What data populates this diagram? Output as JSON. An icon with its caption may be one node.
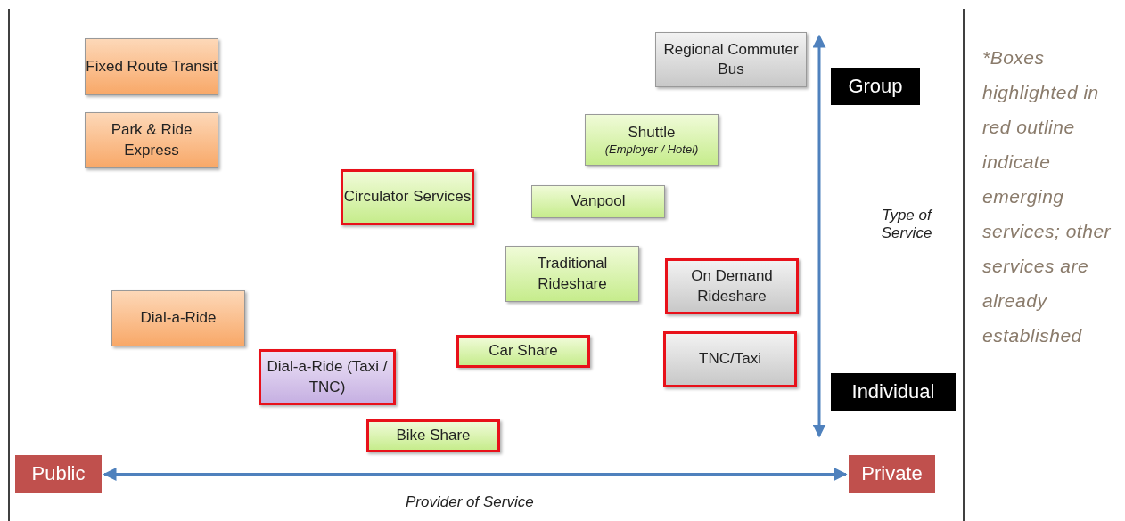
{
  "diagram": {
    "nodes": [
      {
        "text": [
          "Fixed Route Transit"
        ]
      },
      {
        "text": [
          "Park & Ride Express"
        ]
      },
      {
        "text": [
          "Regional Commuter Bus"
        ]
      },
      {
        "text": [
          "Group"
        ]
      },
      {
        "text": [
          "Shuttle",
          "(Employer / Hotel)"
        ]
      },
      {
        "text": [
          "Circulator Services"
        ]
      },
      {
        "text": [
          "Vanpool"
        ]
      },
      {
        "text": [
          "Traditional Rideshare"
        ]
      },
      {
        "text": [
          "On Demand Rideshare"
        ]
      },
      {
        "text": [
          "Dial-a-Ride"
        ]
      },
      {
        "text": [
          "Car Share"
        ]
      },
      {
        "text": [
          "TNC/Taxi"
        ]
      },
      {
        "text": [
          "Individual"
        ]
      },
      {
        "text": [
          "Dial-a-Ride (Taxi / TNC)"
        ]
      },
      {
        "text": [
          "Bike Share"
        ]
      },
      {
        "text": [
          "Public"
        ]
      },
      {
        "text": [
          "Private"
        ]
      }
    ],
    "edges": [
      {
        "from": 15,
        "to": 16,
        "arrow": "both"
      },
      {
        "from": 2,
        "to": 12,
        "arrow": "both"
      }
    ],
    "labels": [
      "Type of Service",
      "Provider of Service",
      "*Boxes highlighted in red outline indicate emerging services; other services are already established"
    ]
  }
}
